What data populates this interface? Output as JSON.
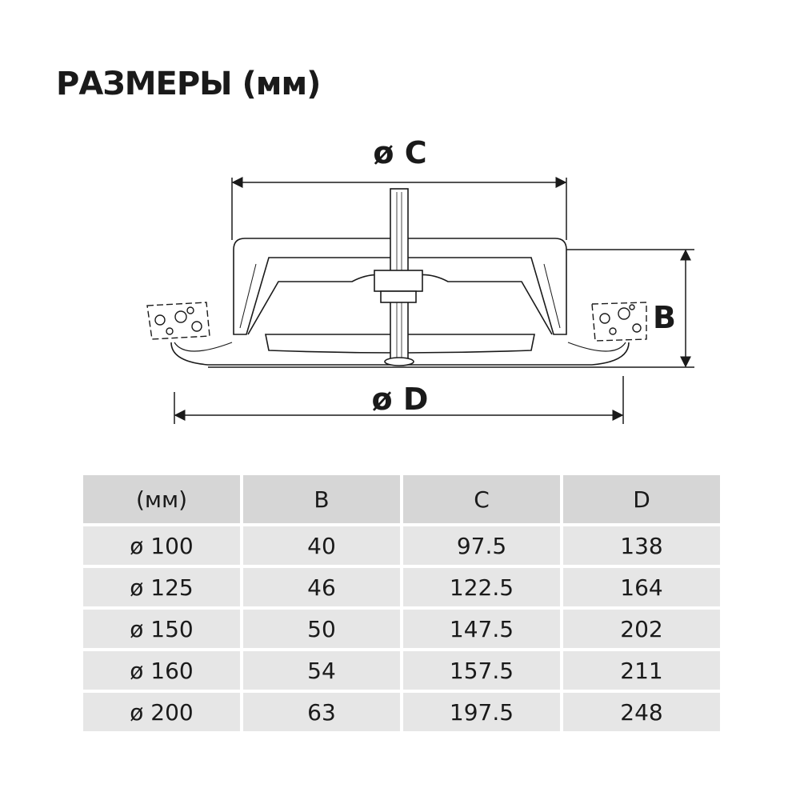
{
  "title": "РАЗМЕРЫ (мм)",
  "drawing": {
    "label_c": "ø C",
    "label_b": "B",
    "label_d": "ø D"
  },
  "table": {
    "headers": [
      "(мм)",
      "B",
      "C",
      "D"
    ],
    "rows": [
      [
        "ø 100",
        "40",
        "97.5",
        "138"
      ],
      [
        "ø 125",
        "46",
        "122.5",
        "164"
      ],
      [
        "ø 150",
        "50",
        "147.5",
        "202"
      ],
      [
        "ø 160",
        "54",
        "157.5",
        "211"
      ],
      [
        "ø 200",
        "63",
        "197.5",
        "248"
      ]
    ]
  }
}
